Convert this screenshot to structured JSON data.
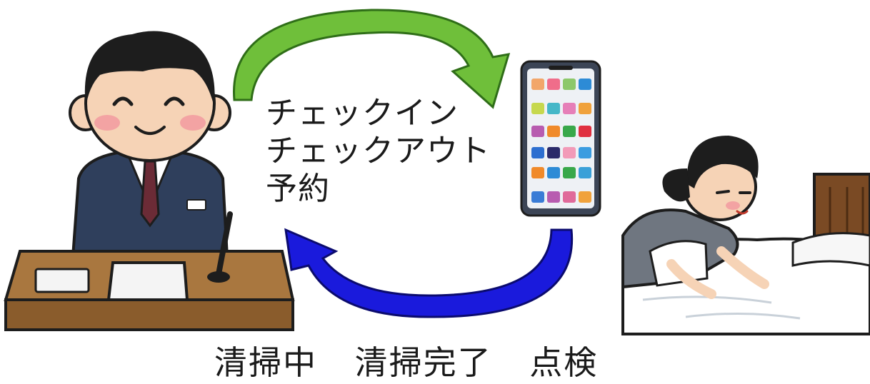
{
  "app_actions": [
    "チェックイン",
    "チェックアウト",
    "予約"
  ],
  "cleaning_statuses": [
    "清掃中",
    "清掃完了",
    "点検"
  ],
  "colors": {
    "top_arrow": "#6fbf3a",
    "bottom_arrow": "#1a1adc",
    "receptionist_suit": "#2f3f5c",
    "desk": "#a9773f",
    "phone_body": "#3c4556",
    "maid_uniform": "#6f7680"
  },
  "icons": {
    "receptionist": "receptionist-at-desk-illustration",
    "smartphone": "smartphone-with-app-grid-icon",
    "maid": "housekeeper-making-bed-illustration"
  }
}
